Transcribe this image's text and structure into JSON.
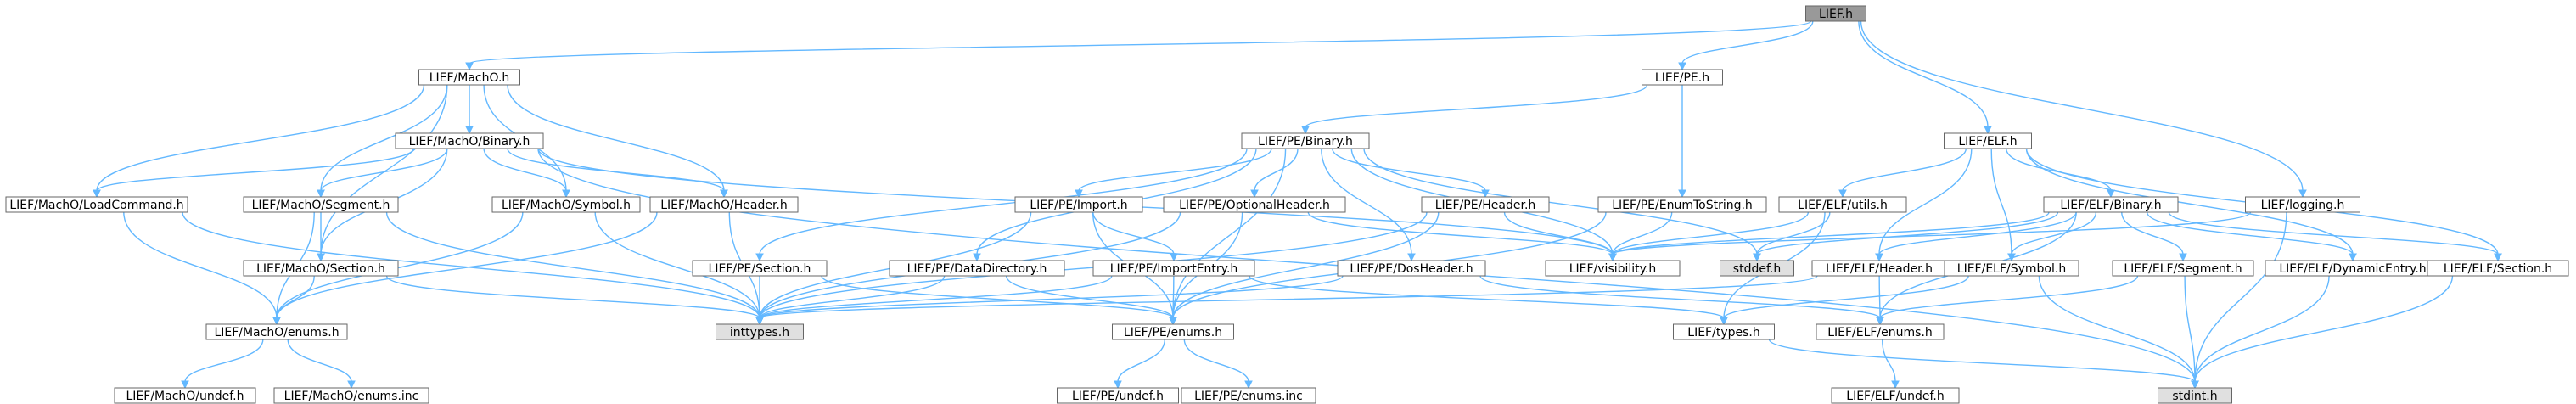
{
  "graph": {
    "colors": {
      "edge": "#63b8ff",
      "node_fill": "#ffffff",
      "node_border": "#666666",
      "root_fill": "#999999",
      "system_fill": "#e0e0e0",
      "text": "#000000"
    },
    "nodes": [
      {
        "id": "lief_h",
        "label": "LIEF.h",
        "kind": "root"
      },
      {
        "id": "macho_h",
        "label": "LIEF/MachO.h",
        "kind": "normal"
      },
      {
        "id": "pe_h",
        "label": "LIEF/PE.h",
        "kind": "normal"
      },
      {
        "id": "elf_h",
        "label": "LIEF/ELF.h",
        "kind": "normal"
      },
      {
        "id": "logging_h",
        "label": "LIEF/logging.h",
        "kind": "normal"
      },
      {
        "id": "macho_binary",
        "label": "LIEF/MachO/Binary.h",
        "kind": "normal"
      },
      {
        "id": "pe_binary",
        "label": "LIEF/PE/Binary.h",
        "kind": "normal"
      },
      {
        "id": "elf_binary",
        "label": "LIEF/ELF/Binary.h",
        "kind": "normal"
      },
      {
        "id": "macho_loadcommand",
        "label": "LIEF/MachO/LoadCommand.h",
        "kind": "normal"
      },
      {
        "id": "macho_segment",
        "label": "LIEF/MachO/Segment.h",
        "kind": "normal"
      },
      {
        "id": "macho_symbol",
        "label": "LIEF/MachO/Symbol.h",
        "kind": "normal"
      },
      {
        "id": "macho_header",
        "label": "LIEF/MachO/Header.h",
        "kind": "normal"
      },
      {
        "id": "pe_import",
        "label": "LIEF/PE/Import.h",
        "kind": "normal"
      },
      {
        "id": "pe_optionalheader",
        "label": "LIEF/PE/OptionalHeader.h",
        "kind": "normal"
      },
      {
        "id": "pe_header",
        "label": "LIEF/PE/Header.h",
        "kind": "normal"
      },
      {
        "id": "pe_enumtostring",
        "label": "LIEF/PE/EnumToString.h",
        "kind": "normal"
      },
      {
        "id": "elf_utils",
        "label": "LIEF/ELF/utils.h",
        "kind": "normal"
      },
      {
        "id": "macho_section",
        "label": "LIEF/MachO/Section.h",
        "kind": "normal"
      },
      {
        "id": "pe_section",
        "label": "LIEF/PE/Section.h",
        "kind": "normal"
      },
      {
        "id": "pe_datadirectory",
        "label": "LIEF/PE/DataDirectory.h",
        "kind": "normal"
      },
      {
        "id": "pe_importentry",
        "label": "LIEF/PE/ImportEntry.h",
        "kind": "normal"
      },
      {
        "id": "pe_dosheader",
        "label": "LIEF/PE/DosHeader.h",
        "kind": "normal"
      },
      {
        "id": "visibility",
        "label": "LIEF/visibility.h",
        "kind": "normal"
      },
      {
        "id": "stddef",
        "label": "stddef.h",
        "kind": "system"
      },
      {
        "id": "elf_header",
        "label": "LIEF/ELF/Header.h",
        "kind": "normal"
      },
      {
        "id": "elf_symbol",
        "label": "LIEF/ELF/Symbol.h",
        "kind": "normal"
      },
      {
        "id": "elf_segment",
        "label": "LIEF/ELF/Segment.h",
        "kind": "normal"
      },
      {
        "id": "elf_dynamicentry",
        "label": "LIEF/ELF/DynamicEntry.h",
        "kind": "normal"
      },
      {
        "id": "elf_section",
        "label": "LIEF/ELF/Section.h",
        "kind": "normal"
      },
      {
        "id": "macho_enums",
        "label": "LIEF/MachO/enums.h",
        "kind": "normal"
      },
      {
        "id": "inttypes",
        "label": "inttypes.h",
        "kind": "system"
      },
      {
        "id": "pe_enums",
        "label": "LIEF/PE/enums.h",
        "kind": "normal"
      },
      {
        "id": "lief_types",
        "label": "LIEF/types.h",
        "kind": "normal"
      },
      {
        "id": "elf_enums",
        "label": "LIEF/ELF/enums.h",
        "kind": "normal"
      },
      {
        "id": "macho_undef",
        "label": "LIEF/MachO/undef.h",
        "kind": "normal"
      },
      {
        "id": "macho_enums_inc",
        "label": "LIEF/MachO/enums.inc",
        "kind": "normal"
      },
      {
        "id": "pe_undef",
        "label": "LIEF/PE/undef.h",
        "kind": "normal"
      },
      {
        "id": "pe_enums_inc",
        "label": "LIEF/PE/enums.inc",
        "kind": "normal"
      },
      {
        "id": "stdint",
        "label": "stdint.h",
        "kind": "system"
      },
      {
        "id": "elf_undef",
        "label": "LIEF/ELF/undef.h",
        "kind": "normal"
      }
    ],
    "edges": [
      [
        "lief_h",
        "macho_h"
      ],
      [
        "lief_h",
        "pe_h"
      ],
      [
        "lief_h",
        "elf_h"
      ],
      [
        "lief_h",
        "logging_h"
      ],
      [
        "macho_h",
        "macho_binary"
      ],
      [
        "macho_h",
        "macho_loadcommand"
      ],
      [
        "macho_h",
        "macho_segment"
      ],
      [
        "macho_h",
        "macho_symbol"
      ],
      [
        "macho_h",
        "macho_header"
      ],
      [
        "macho_h",
        "macho_section"
      ],
      [
        "macho_binary",
        "macho_loadcommand"
      ],
      [
        "macho_binary",
        "macho_segment"
      ],
      [
        "macho_binary",
        "macho_symbol"
      ],
      [
        "macho_binary",
        "macho_header"
      ],
      [
        "macho_binary",
        "macho_section"
      ],
      [
        "macho_binary",
        "visibility"
      ],
      [
        "macho_binary",
        "stdint"
      ],
      [
        "macho_loadcommand",
        "macho_enums"
      ],
      [
        "macho_loadcommand",
        "inttypes"
      ],
      [
        "macho_segment",
        "macho_section"
      ],
      [
        "macho_segment",
        "macho_enums"
      ],
      [
        "macho_segment",
        "inttypes"
      ],
      [
        "macho_symbol",
        "macho_enums"
      ],
      [
        "macho_symbol",
        "inttypes"
      ],
      [
        "macho_header",
        "macho_enums"
      ],
      [
        "macho_header",
        "inttypes"
      ],
      [
        "macho_section",
        "macho_enums"
      ],
      [
        "macho_section",
        "inttypes"
      ],
      [
        "macho_enums",
        "macho_undef"
      ],
      [
        "macho_enums",
        "macho_enums_inc"
      ],
      [
        "pe_h",
        "pe_binary"
      ],
      [
        "pe_h",
        "pe_enumtostring"
      ],
      [
        "pe_binary",
        "pe_import"
      ],
      [
        "pe_binary",
        "pe_optionalheader"
      ],
      [
        "pe_binary",
        "pe_header"
      ],
      [
        "pe_binary",
        "pe_section"
      ],
      [
        "pe_binary",
        "pe_datadirectory"
      ],
      [
        "pe_binary",
        "pe_dosheader"
      ],
      [
        "pe_binary",
        "visibility"
      ],
      [
        "pe_binary",
        "pe_enums"
      ],
      [
        "pe_binary",
        "stddef"
      ],
      [
        "pe_import",
        "pe_importentry"
      ],
      [
        "pe_import",
        "inttypes"
      ],
      [
        "pe_import",
        "pe_enums"
      ],
      [
        "pe_importentry",
        "pe_enums"
      ],
      [
        "pe_importentry",
        "inttypes"
      ],
      [
        "pe_importentry",
        "lief_types"
      ],
      [
        "pe_optionalheader",
        "pe_enums"
      ],
      [
        "pe_optionalheader",
        "inttypes"
      ],
      [
        "pe_optionalheader",
        "visibility"
      ],
      [
        "pe_header",
        "pe_enums"
      ],
      [
        "pe_header",
        "inttypes"
      ],
      [
        "pe_header",
        "visibility"
      ],
      [
        "pe_section",
        "pe_enums"
      ],
      [
        "pe_section",
        "inttypes"
      ],
      [
        "pe_datadirectory",
        "pe_enums"
      ],
      [
        "pe_datadirectory",
        "inttypes"
      ],
      [
        "pe_dosheader",
        "inttypes"
      ],
      [
        "pe_dosheader",
        "elf_enums"
      ],
      [
        "pe_enumtostring",
        "visibility"
      ],
      [
        "pe_enumtostring",
        "pe_enums"
      ],
      [
        "pe_enums",
        "pe_undef"
      ],
      [
        "pe_enums",
        "pe_enums_inc"
      ],
      [
        "elf_h",
        "elf_binary"
      ],
      [
        "elf_h",
        "elf_utils"
      ],
      [
        "elf_h",
        "elf_header"
      ],
      [
        "elf_h",
        "elf_symbol"
      ],
      [
        "elf_h",
        "elf_dynamicentry"
      ],
      [
        "elf_h",
        "elf_section"
      ],
      [
        "elf_binary",
        "elf_header"
      ],
      [
        "elf_binary",
        "elf_symbol"
      ],
      [
        "elf_binary",
        "elf_segment"
      ],
      [
        "elf_binary",
        "elf_dynamicentry"
      ],
      [
        "elf_binary",
        "elf_section"
      ],
      [
        "elf_binary",
        "visibility"
      ],
      [
        "elf_binary",
        "stddef"
      ],
      [
        "elf_binary",
        "elf_enums"
      ],
      [
        "elf_utils",
        "visibility"
      ],
      [
        "elf_utils",
        "stddef"
      ],
      [
        "elf_utils",
        "lief_types"
      ],
      [
        "elf_header",
        "elf_enums"
      ],
      [
        "elf_header",
        "inttypes"
      ],
      [
        "elf_symbol",
        "lief_types"
      ],
      [
        "elf_symbol",
        "stdint"
      ],
      [
        "elf_segment",
        "elf_enums"
      ],
      [
        "elf_segment",
        "stdint"
      ],
      [
        "elf_dynamicentry",
        "stdint"
      ],
      [
        "elf_section",
        "stdint"
      ],
      [
        "elf_enums",
        "elf_undef"
      ],
      [
        "lief_types",
        "stdint"
      ],
      [
        "logging_h",
        "visibility"
      ],
      [
        "logging_h",
        "stdint"
      ]
    ]
  }
}
